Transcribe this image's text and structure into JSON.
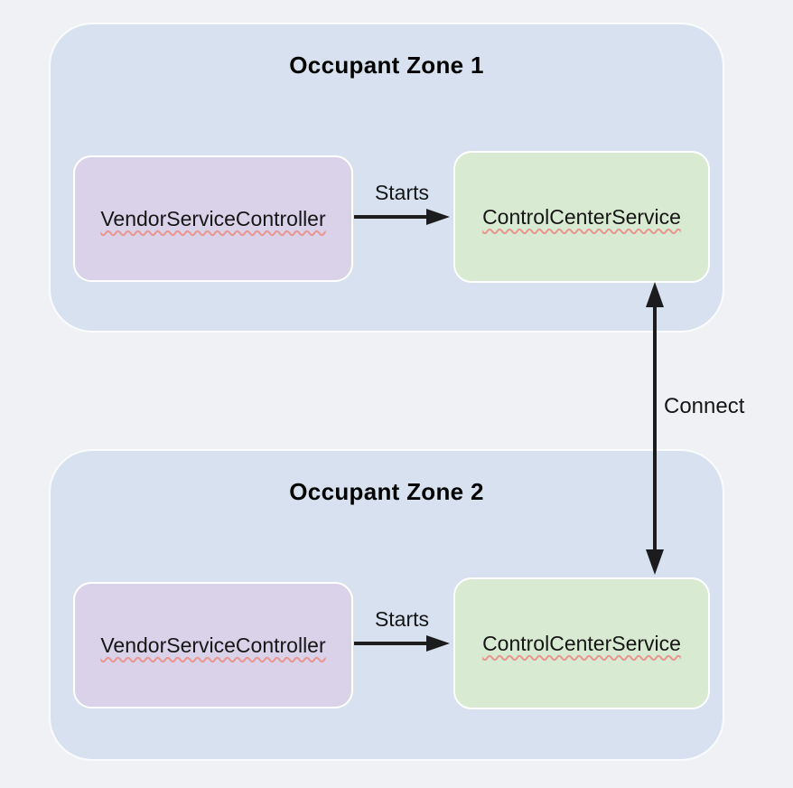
{
  "colors": {
    "page_bg": "#f0f1f4",
    "zone_fill": "#d7e1f0",
    "zone_border": "#fafbfd",
    "vendor_fill": "#d9d2e9",
    "control_fill": "#d9ead3",
    "box_border": "#ffffff",
    "arrow": "#1c1c1e",
    "spellcheck": "#e8968f",
    "text": "#161616",
    "title_text": "#000000"
  },
  "diagram": {
    "zones": [
      {
        "title": "Occupant Zone 1",
        "vendor_label": "VendorServiceController",
        "control_label": "ControlCenterService",
        "starts_label": "Starts"
      },
      {
        "title": "Occupant Zone 2",
        "vendor_label": "VendorServiceController",
        "control_label": "ControlCenterService",
        "starts_label": "Starts"
      }
    ],
    "connect_label": "Connect"
  }
}
